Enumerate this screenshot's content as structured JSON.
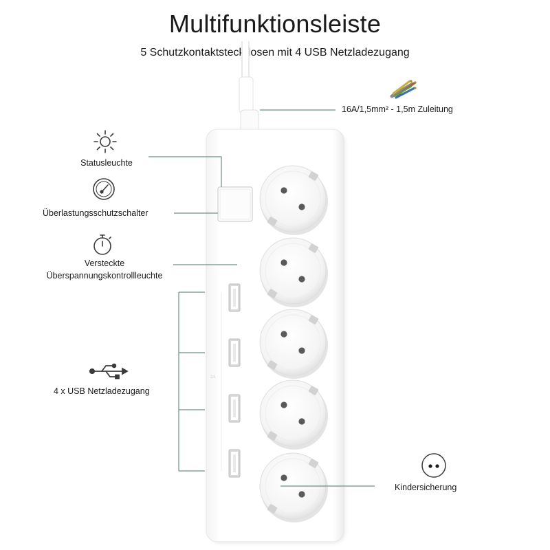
{
  "title": "Multifunktionsleiste",
  "subtitle": "5 Schutzkontaktsteckdosen mit 4 USB Netzladezugang",
  "labels": {
    "cable": "16A/1,5mm² - 1,5m Zuleitung",
    "status": "Statusleuchte",
    "overload": "Überlastungsschutzschalter",
    "surge_line1": "Versteckte",
    "surge_line2": "Überspannungskontrollleuchte",
    "usb": "4 x USB Netzladezugang",
    "child": "Kindersicherung"
  },
  "icons": {
    "cable": "wire-ends-icon",
    "status": "sun-icon",
    "overload": "gauge-icon",
    "surge": "stopwatch-icon",
    "usb": "usb-icon",
    "child": "socket-face-icon"
  },
  "colors": {
    "leader_line": "#6f8f87",
    "strip_body": "#ffffff",
    "strip_outline": "#e3e3e3",
    "socket_shadow": "#d7d7d7"
  }
}
